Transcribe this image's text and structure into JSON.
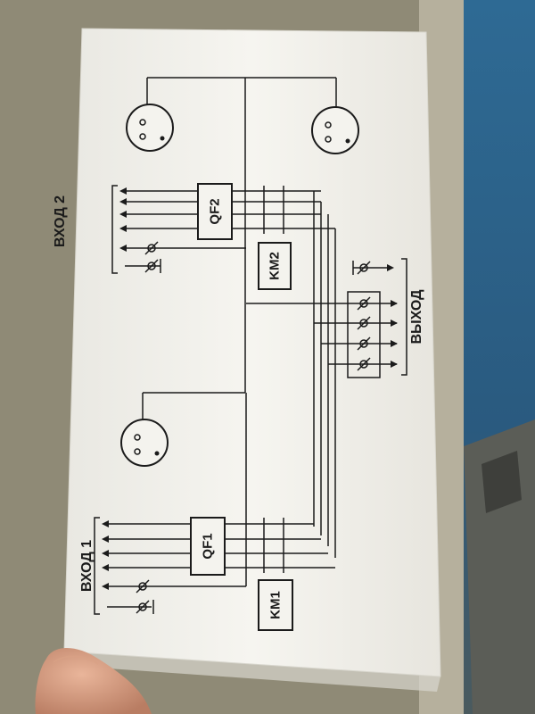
{
  "labels": {
    "input_1": "ВХОД 1",
    "input_2": "ВХОД 2",
    "output": "ВЫХОД"
  },
  "components": {
    "breaker_1": "QF1",
    "breaker_2": "QF2",
    "contactor_1": "KM1",
    "contactor_2": "KM2"
  },
  "colors": {
    "paper": "#f4f3ee",
    "ink": "#1b1b1b",
    "background_board": "#b9b3a0",
    "background_blue": "#2f5f86"
  }
}
